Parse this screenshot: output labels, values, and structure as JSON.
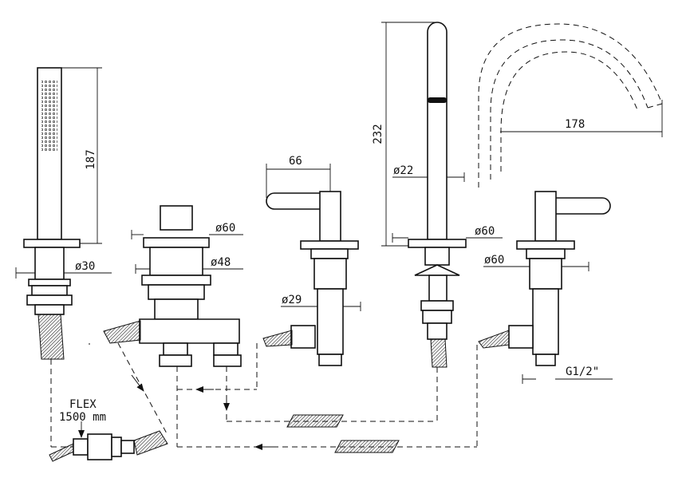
{
  "labels": {
    "hand_shower_length": "187",
    "hand_shower_base_dia": "ø30",
    "diverter_top_dia": "ø60",
    "diverter_body_dia": "ø48",
    "left_handle_reach": "66",
    "valve_shank_dia": "ø29",
    "spout_height": "232",
    "spout_tube_dia": "ø22",
    "spout_base_dia": "ø60",
    "spout_reach": "178",
    "right_valve_base_dia": "ø60",
    "connection_thread": "G1/2\"",
    "flex_title": "FLEX",
    "flex_length": "1500 mm"
  }
}
